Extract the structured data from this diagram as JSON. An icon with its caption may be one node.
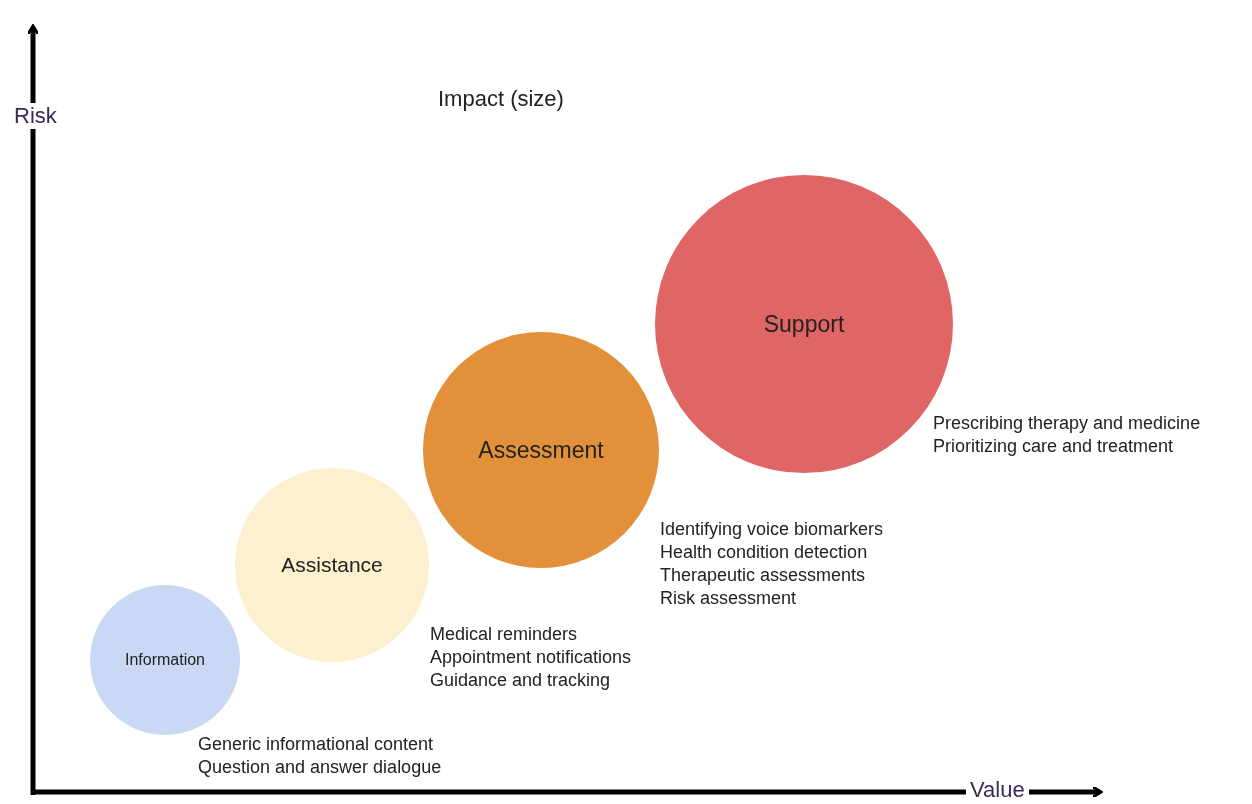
{
  "diagram": {
    "title": "Impact (size)",
    "nodes": [
      {
        "text": [
          "Information"
        ],
        "beside": [
          "Generic informational content",
          "Question and answer dialogue"
        ]
      },
      {
        "text": [
          "Assistance"
        ],
        "beside": [
          "Medical reminders",
          "Appointment notifications",
          "Guidance and tracking"
        ]
      },
      {
        "text": [
          "Assessment"
        ],
        "beside": [
          "Identifying voice biomarkers",
          "Health condition detection",
          "Therapeutic assessments",
          "Risk assessment"
        ]
      },
      {
        "text": [
          "Support"
        ],
        "beside": [
          "Prescribing therapy and medicine",
          "Prioritizing care and treatment"
        ]
      }
    ],
    "labels": [
      "Risk",
      "Value"
    ]
  }
}
